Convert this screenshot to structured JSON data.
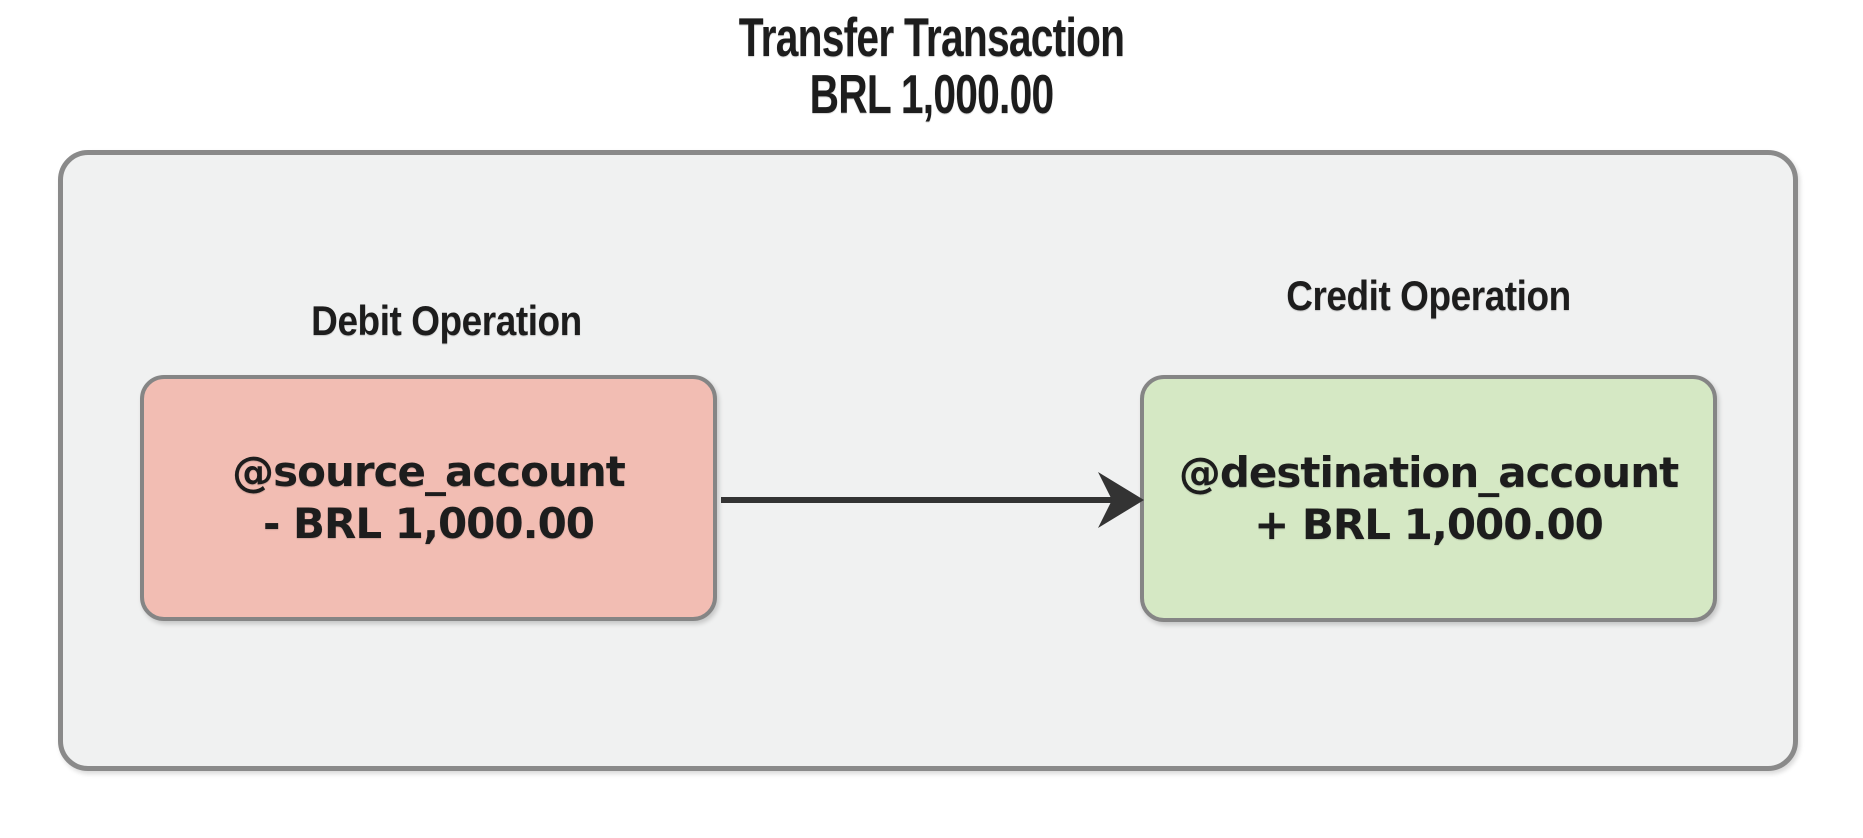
{
  "title": {
    "line1": "Transfer Transaction",
    "line2": "BRL 1,000.00"
  },
  "container": {
    "debit": {
      "label": "Debit Operation",
      "account": "@source_account",
      "amount": "- BRL 1,000.00"
    },
    "credit": {
      "label": "Credit Operation",
      "account": "@destination_account",
      "amount": "+ BRL 1,000.00"
    }
  },
  "connector": {
    "direction": "debit-to-credit"
  },
  "colors": {
    "page_bg": "#ffffff",
    "container_fill": "#f0f1f1",
    "container_border": "#8a8a8a",
    "debit_fill": "#f2bdb3",
    "credit_fill": "#d5e8c4",
    "node_border": "#858585",
    "text": "#1d1d1d",
    "arrow": "#333333"
  }
}
